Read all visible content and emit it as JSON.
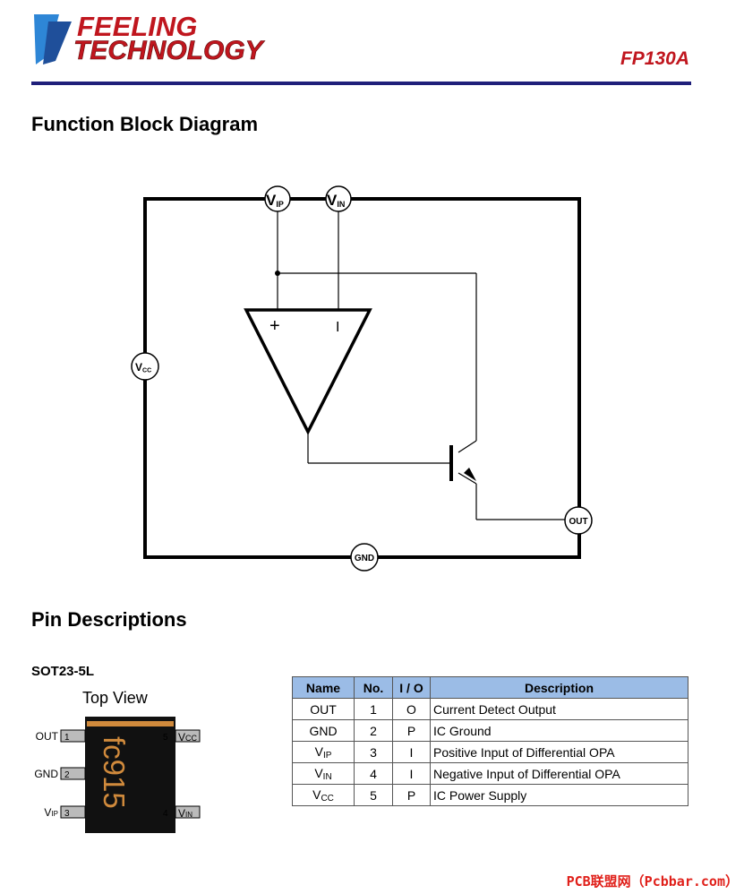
{
  "header": {
    "logo_line1": "FEELING",
    "logo_line2": "TECHNOLOGY",
    "part_number": "FP130A"
  },
  "sections": {
    "function_block_diagram": "Function Block Diagram",
    "pin_descriptions": "Pin Descriptions"
  },
  "diagram": {
    "pins": {
      "vip": {
        "main": "V",
        "sub": "IP"
      },
      "vin": {
        "main": "V",
        "sub": "IN"
      },
      "vcc": {
        "main": "V",
        "sub": "CC"
      },
      "out": "OUT",
      "gnd": "GND"
    },
    "opamp_plus": "+",
    "opamp_minus": "I"
  },
  "package": {
    "name": "SOT23-5L",
    "view": "Top View",
    "marking": "fc915",
    "pins_left": [
      {
        "num": "1",
        "label": "OUT",
        "sub": ""
      },
      {
        "num": "2",
        "label": "GND",
        "sub": ""
      },
      {
        "num": "3",
        "label": "V",
        "sub": "IP"
      }
    ],
    "pins_right": [
      {
        "num": "5",
        "label": "V",
        "sub": "CC"
      },
      {
        "num": "4",
        "label": "V",
        "sub": "IN"
      }
    ]
  },
  "pin_table": {
    "headers": [
      "Name",
      "No.",
      "I / O",
      "Description"
    ],
    "rows": [
      {
        "name": "OUT",
        "name_sub": "",
        "no": "1",
        "io": "O",
        "desc": "Current Detect Output"
      },
      {
        "name": "GND",
        "name_sub": "",
        "no": "2",
        "io": "P",
        "desc": "IC Ground"
      },
      {
        "name": "V",
        "name_sub": "IP",
        "no": "3",
        "io": "I",
        "desc": "Positive Input of Differential OPA"
      },
      {
        "name": "V",
        "name_sub": "IN",
        "no": "4",
        "io": "I",
        "desc": "Negative Input of Differential OPA"
      },
      {
        "name": "V",
        "name_sub": "CC",
        "no": "5",
        "io": "P",
        "desc": "IC Power Supply"
      }
    ]
  },
  "footer": {
    "watermark": "PCB联盟网（Pcbbar.com）"
  },
  "colors": {
    "brand_red": "#c0161e",
    "rule_navy": "#1f1f7a",
    "table_header": "#9bbce6",
    "chip_marking": "#d08a3c",
    "watermark_red": "#e0201a"
  }
}
